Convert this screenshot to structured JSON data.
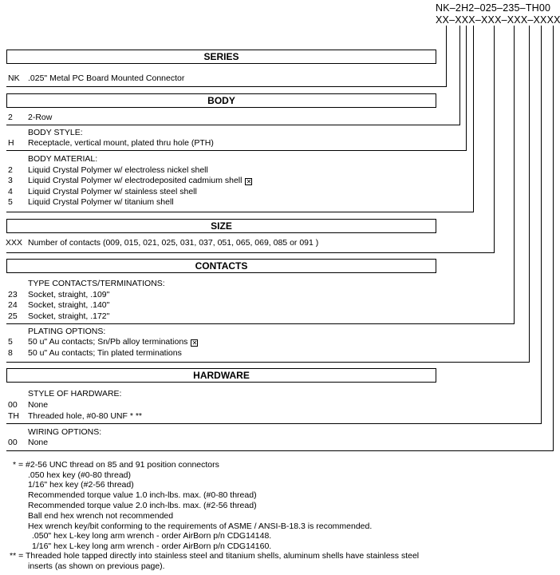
{
  "part_number": "NK–2H2–025–235–TH00",
  "part_template": "XX–XXX–XXX–XXX–XXXX",
  "series": {
    "header": "SERIES",
    "items": [
      {
        "code": "NK",
        "desc": ".025\" Metal PC Board Mounted Connector"
      }
    ]
  },
  "body": {
    "header": "BODY",
    "rows": [
      {
        "code": "2",
        "desc": "2-Row"
      }
    ],
    "style_title": "BODY STYLE:",
    "style": [
      {
        "code": "H",
        "desc": "Receptacle, vertical mount, plated thru hole (PTH)"
      }
    ],
    "material_title": "BODY MATERIAL:",
    "materials": [
      {
        "code": "2",
        "desc": "Liquid Crystal Polymer w/ electroless nickel shell"
      },
      {
        "code": "3",
        "desc": "Liquid Crystal Polymer w/ electrodeposited cadmium shell"
      },
      {
        "code": "4",
        "desc": "Liquid Crystal Polymer w/ stainless steel shell"
      },
      {
        "code": "5",
        "desc": "Liquid Crystal Polymer w/ titanium shell"
      }
    ]
  },
  "size": {
    "header": "SIZE",
    "items": [
      {
        "code": "XXX",
        "desc": "Number of contacts (009, 015, 021, 025, 031, 037, 051, 065, 069, 085 or 091 )"
      }
    ]
  },
  "contacts": {
    "header": "CONTACTS",
    "type_title": "TYPE CONTACTS/TERMINATIONS:",
    "types": [
      {
        "code": "23",
        "desc": "Socket, straight, .109\""
      },
      {
        "code": "24",
        "desc": "Socket, straight, .140\""
      },
      {
        "code": "25",
        "desc": "Socket, straight, .172\""
      }
    ],
    "plating_title": "PLATING OPTIONS:",
    "plating": [
      {
        "code": "5",
        "desc": "50 u\" Au contacts; Sn/Pb alloy terminations"
      },
      {
        "code": "8",
        "desc": "50 u\" Au contacts; Tin plated terminations"
      }
    ]
  },
  "hardware": {
    "header": "HARDWARE",
    "style_title": "STYLE OF HARDWARE:",
    "styles": [
      {
        "code": "00",
        "desc": "None"
      },
      {
        "code": "TH",
        "desc": "Threaded hole, #0-80 UNF * **"
      }
    ],
    "wiring_title": "WIRING OPTIONS:",
    "wiring": [
      {
        "code": "00",
        "desc": "None"
      }
    ]
  },
  "notes": [
    "* = #2-56 UNC thread on 85 and 91 position connectors",
    ".050 hex key (#0-80 thread)",
    "1/16\" hex key (#2-56 thread)",
    "Recommended torque value 1.0 inch-lbs. max. (#0-80 thread)",
    "Recommended torque value 2.0 inch-lbs. max. (#2-56 thread)",
    "Ball end hex wrench not recommended",
    "Hex wrench key/bit conforming to the requirements of ASME / ANSI-B-18.3 is recommended.",
    ".050\" hex L-key long arm wrench - order AirBorn p/n CDG14148.",
    "1/16\" hex L-key long arm wrench - order AirBorn p/n CDG14160.",
    "** = Threaded hole tapped directly into stainless steel and titanium shells, aluminum shells have stainless steel",
    "inserts (as shown on previous page)."
  ],
  "x_mark": "✕"
}
